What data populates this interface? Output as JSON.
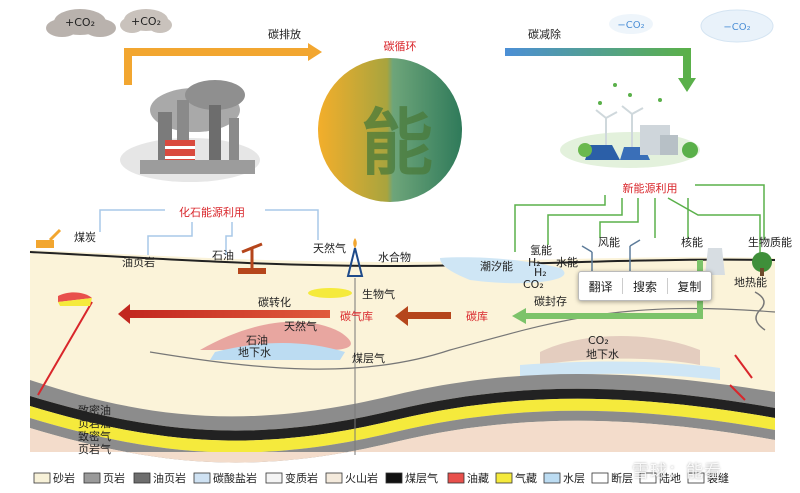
{
  "top": {
    "cloud1": "+CO₂",
    "cloud2": "+CO₂",
    "cloud3": "−CO₂",
    "cloud4": "−CO₂",
    "emission": "碳排放",
    "cycle": "碳循环",
    "removal": "碳减除",
    "center_char": "能"
  },
  "mid": {
    "fossil_use": "化石能源利用",
    "new_energy_use": "新能源利用",
    "coal": "煤炭",
    "shale_rock": "油页岩",
    "oil": "石油",
    "natural_gas": "天然气",
    "hydrate": "水合物",
    "tidal": "潮汐能",
    "hydrogen": "氢能",
    "water_energy": "水能",
    "wind": "风能",
    "nuclear": "核能",
    "biomass": "生物质能",
    "geothermal": "地热能",
    "h2_1": "H₂",
    "h2_2": "H₂",
    "co2_label": "CO₂",
    "carbon_storage": "碳封存",
    "carbonization": "碳转化",
    "biogas": "生物气",
    "gas_reservoir": "碳气库",
    "carbon_reservoir": "碳库"
  },
  "under": {
    "natural_gas2": "天然气",
    "oil2": "石油",
    "groundwater1": "地下水",
    "coalbed_gas": "煤层气",
    "co2_deep": "CO₂",
    "groundwater2": "地下水",
    "tight_oil": "致密油",
    "shale_oil": "页岩油",
    "tight_gas": "致密气",
    "shale_gas": "页岩气"
  },
  "popup": {
    "translate": "翻译",
    "search": "搜索",
    "copy": "复制"
  },
  "legend": [
    {
      "label": "砂岩",
      "color": "#f7f1d8"
    },
    {
      "label": "页岩",
      "color": "#9a9a9a"
    },
    {
      "label": "油页岩",
      "color": "#6e6e6e"
    },
    {
      "label": "碳酸盐岩",
      "color": "#cfe2f3"
    },
    {
      "label": "变质岩",
      "color": "#f4f4f4"
    },
    {
      "label": "火山岩",
      "color": "#f4eadc"
    },
    {
      "label": "煤层气",
      "color": "#111111"
    },
    {
      "label": "油藏",
      "color": "#e8504c"
    },
    {
      "label": "气藏",
      "color": "#f5ea3c"
    },
    {
      "label": "水层",
      "color": "#bcdcf2"
    },
    {
      "label": "断层",
      "color": "#ffffff"
    },
    {
      "label": "陆地",
      "color": "#ffffff"
    },
    {
      "label": "裂缝",
      "color": "#ffffff"
    }
  ],
  "watermark": "雪球：能看",
  "colors": {
    "orange": "#f2a630",
    "green": "#5ab04a",
    "blue": "#4c8fd6",
    "red": "#d9262b",
    "brown": "#b5451b"
  }
}
